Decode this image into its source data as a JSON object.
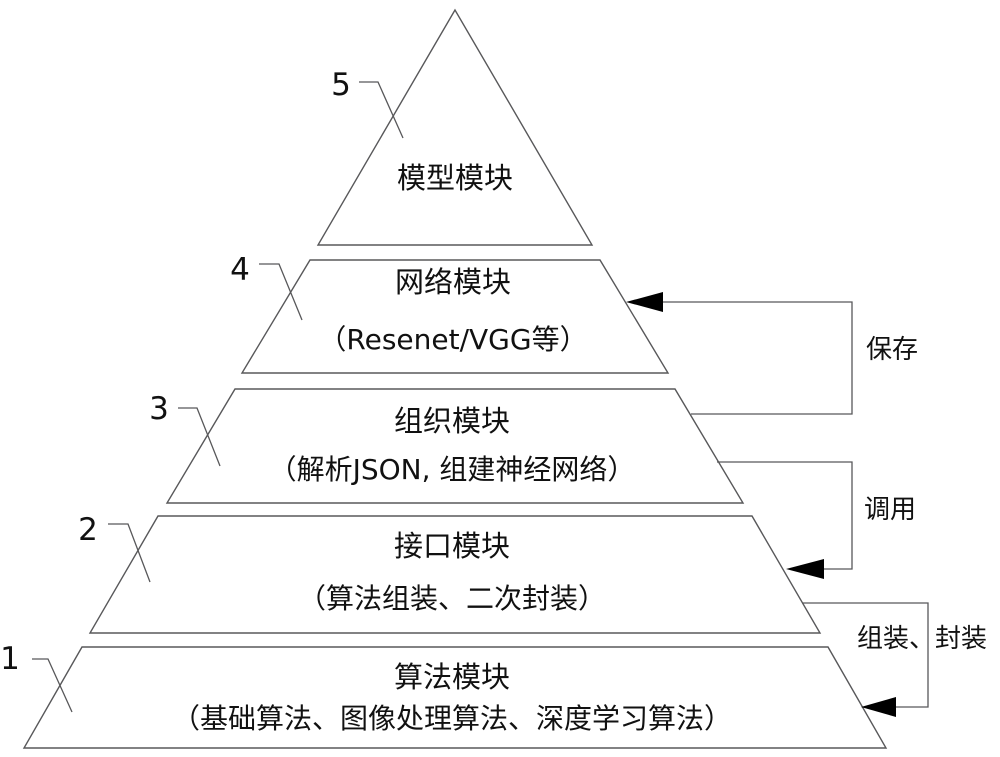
{
  "diagram": {
    "levels": [
      {
        "number": "5",
        "title": "模型模块"
      },
      {
        "number": "4",
        "title": "网络模块",
        "subtitle": "（Resenet/VGG等）"
      },
      {
        "number": "3",
        "title": "组织模块",
        "subtitle": "（解析JSON, 组建神经网络）"
      },
      {
        "number": "2",
        "title": "接口模块",
        "subtitle": "（算法组装、二次封装）"
      },
      {
        "number": "1",
        "title": "算法模块",
        "subtitle": "（基础算法、图像处理算法、深度学习算法）"
      }
    ],
    "annotations": [
      {
        "label": "保存"
      },
      {
        "label": "调用"
      },
      {
        "label": "组装、封装"
      }
    ],
    "colors": {
      "line": "#58585a",
      "arrow": "#000000",
      "text": "#111111",
      "background": "#ffffff"
    }
  }
}
